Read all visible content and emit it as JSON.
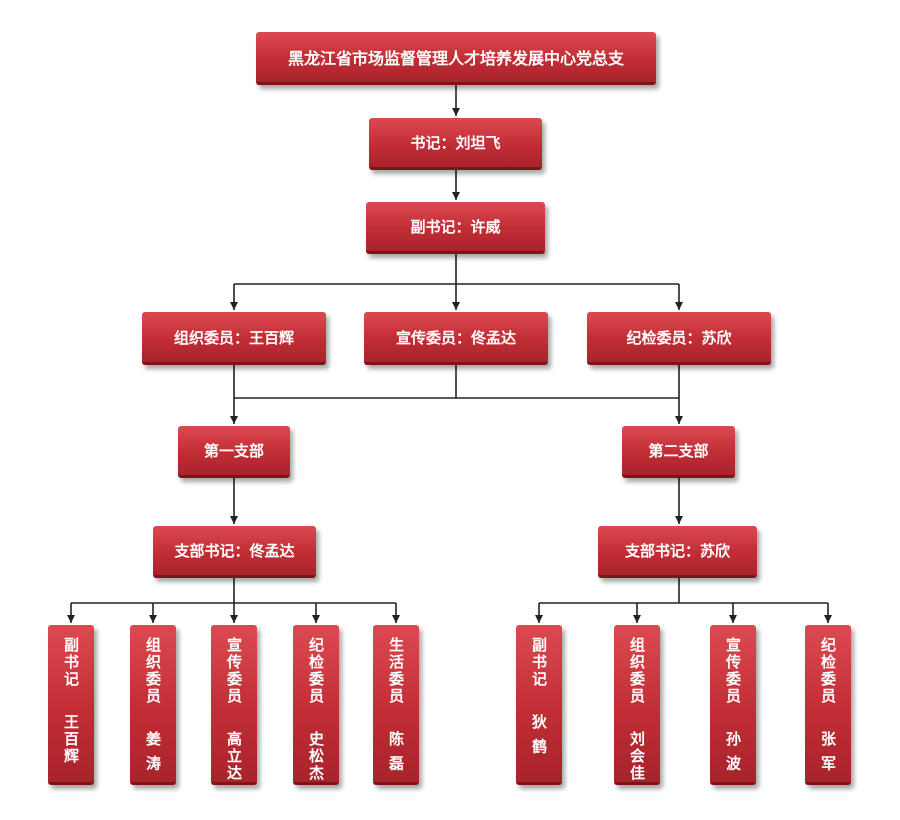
{
  "org": {
    "top": "黑龙江省市场监督管理人才培养发展中心党总支",
    "secretary": "书记：刘坦飞",
    "deputy": "副书记：许威",
    "committee": [
      "组织委员：王百辉",
      "宣传委员：佟孟达",
      "纪检委员：苏欣"
    ],
    "branch1": {
      "name": "第一支部",
      "secretary": "支部书记：佟孟达",
      "members": [
        {
          "role": "副书记",
          "name": "王百辉"
        },
        {
          "role": "组织委员",
          "name": "姜 涛"
        },
        {
          "role": "宣传委员",
          "name": "高立达"
        },
        {
          "role": "纪检委员",
          "name": "史松杰"
        },
        {
          "role": "生活委员",
          "name": "陈 磊"
        }
      ]
    },
    "branch2": {
      "name": "第二支部",
      "secretary": "支部书记：苏欣",
      "members": [
        {
          "role": "副书记",
          "name": "狄 鹤"
        },
        {
          "role": "组织委员",
          "name": "刘会佳"
        },
        {
          "role": "宣传委员",
          "name": "孙 波"
        },
        {
          "role": "纪检委员",
          "name": "张 军"
        }
      ]
    }
  },
  "colors": {
    "box": "#c8303a",
    "box_dark": "#7e1419",
    "line": "#222222",
    "text": "#ffffff"
  }
}
